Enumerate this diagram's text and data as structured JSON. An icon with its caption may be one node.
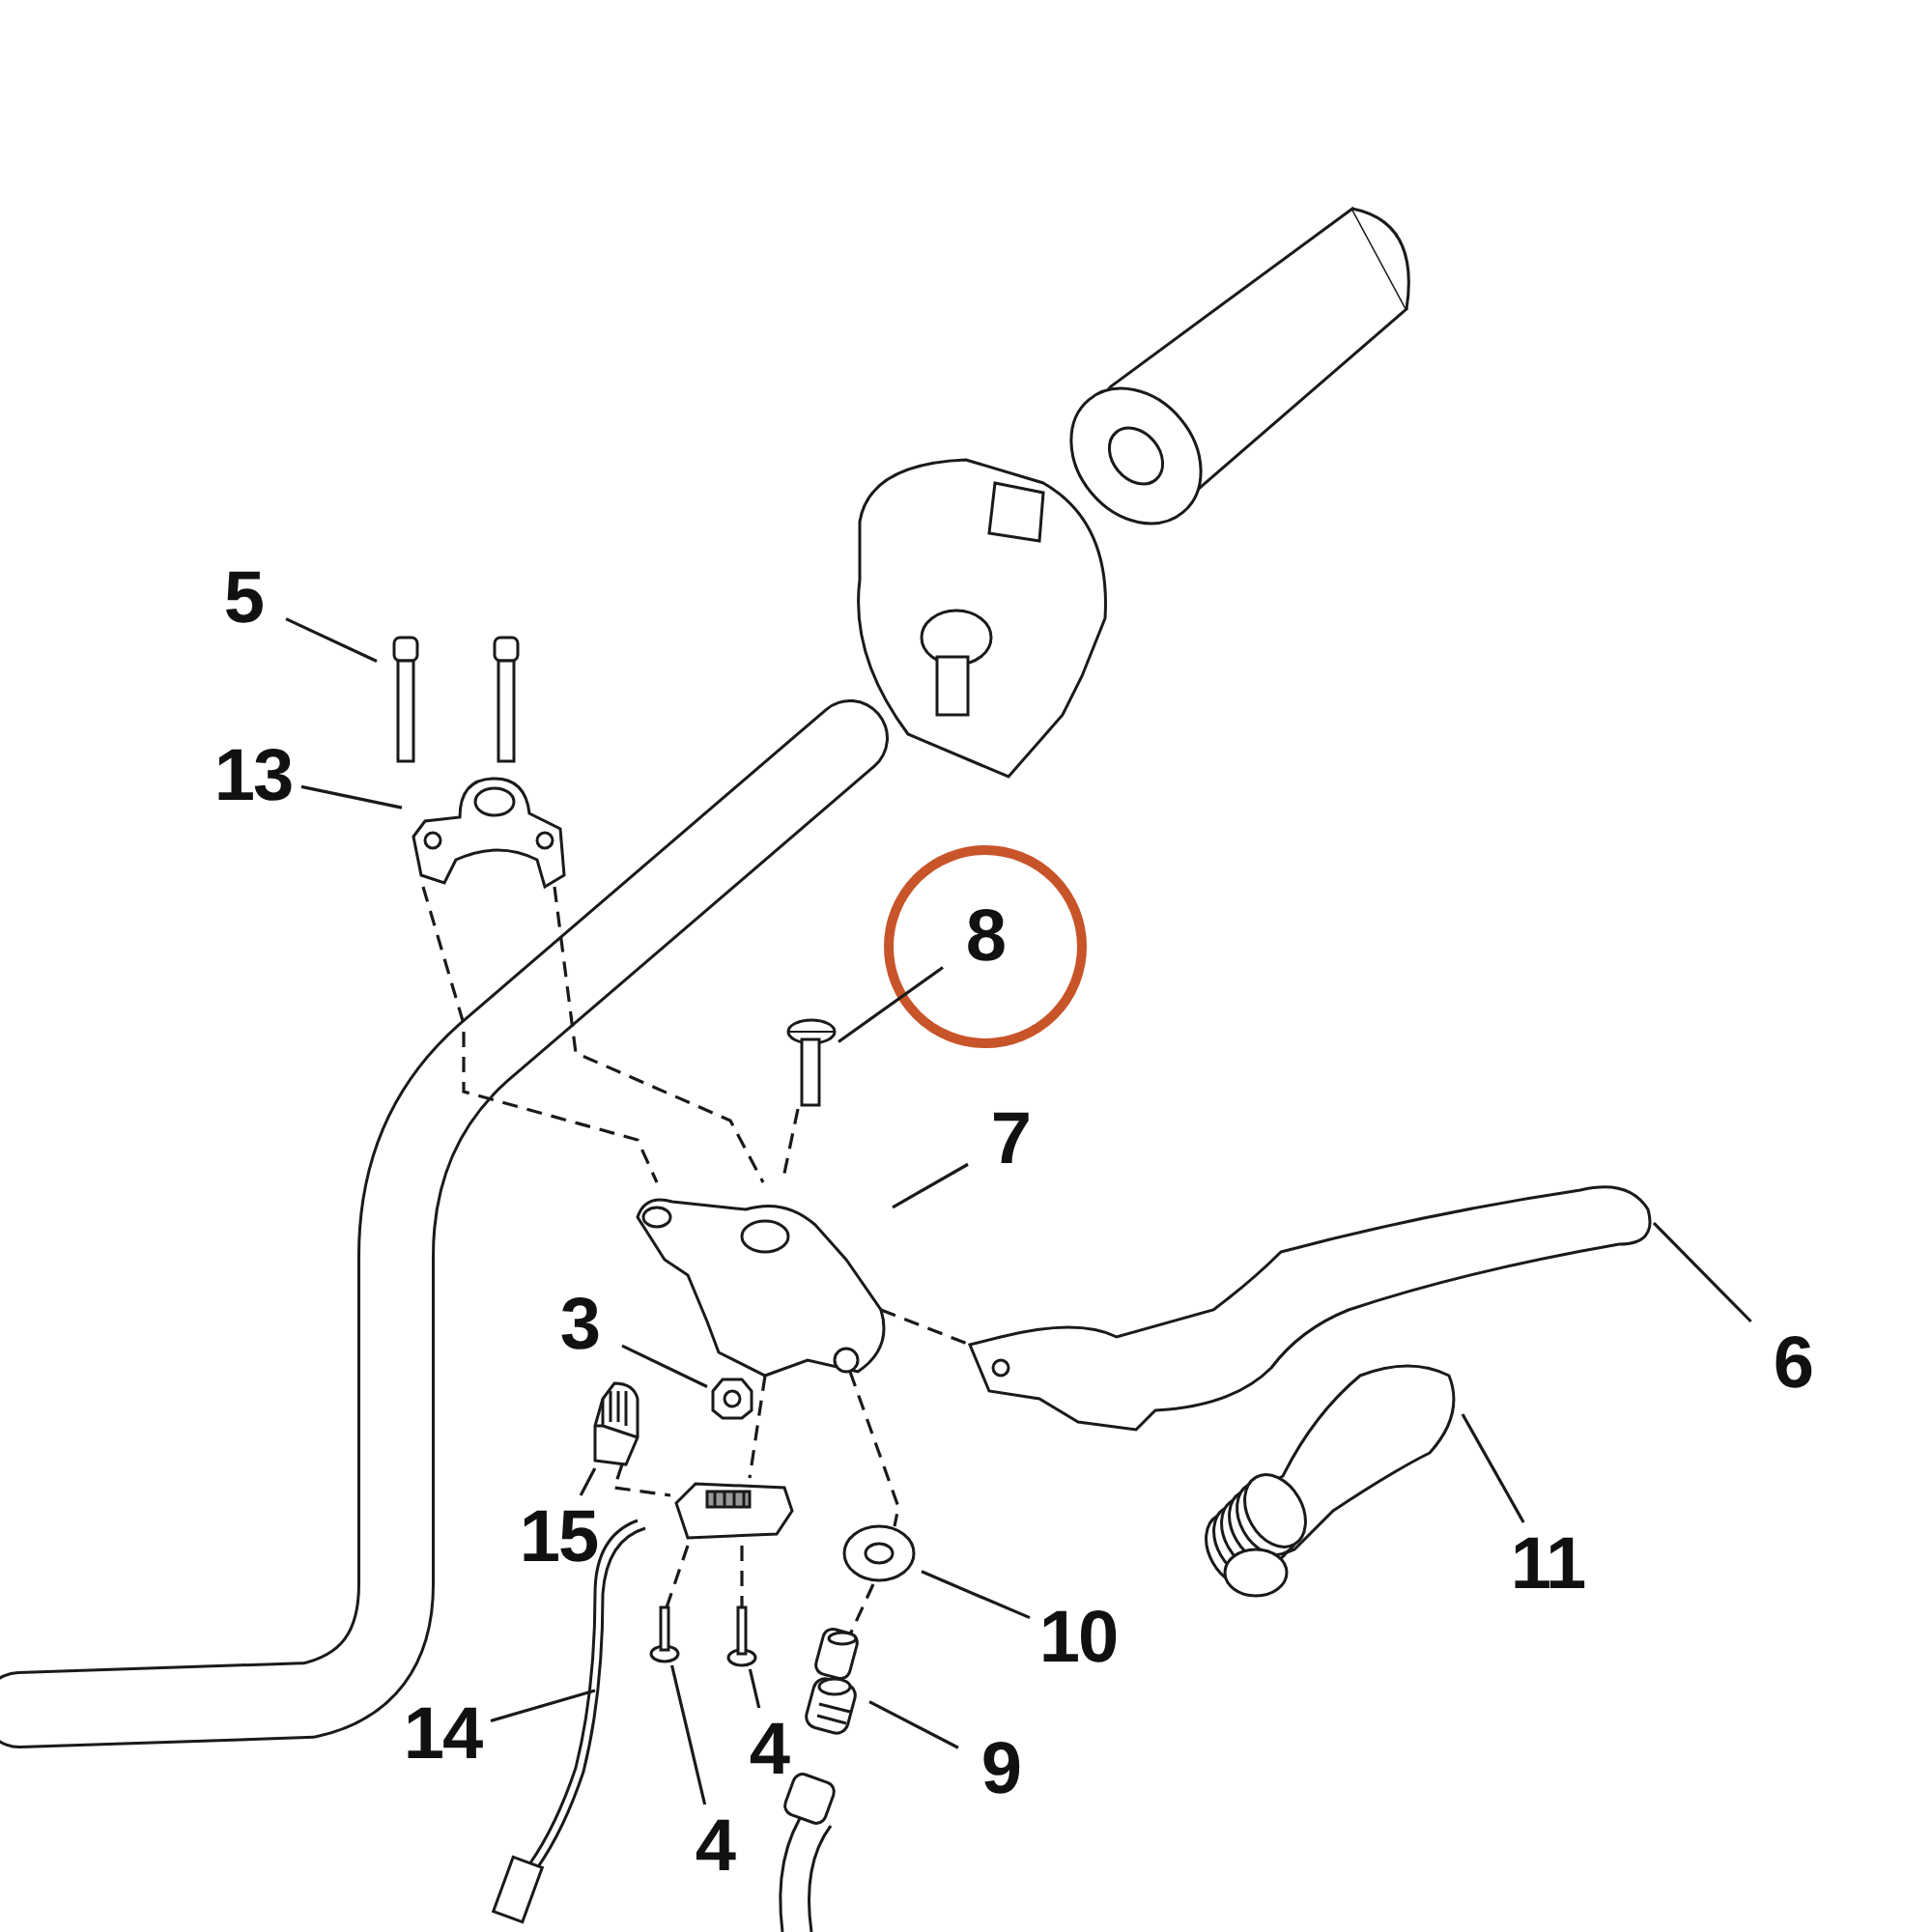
{
  "diagram": {
    "nodes": [
      {
        "text": [
          "5"
        ]
      },
      {
        "text": [],
        "shape": "picture"
      },
      {
        "text": [
          "13"
        ]
      },
      {
        "text": [],
        "shape": "picture"
      },
      {
        "text": [
          "8"
        ]
      },
      {
        "text": [],
        "shape": "picture"
      },
      {
        "text": [
          "7"
        ]
      },
      {
        "text": [],
        "shape": "picture"
      },
      {
        "text": [
          "6"
        ]
      },
      {
        "text": [],
        "shape": "picture"
      },
      {
        "text": [
          "3"
        ]
      },
      {
        "text": [],
        "shape": "picture"
      },
      {
        "text": [
          "15"
        ]
      },
      {
        "text": [],
        "shape": "picture"
      },
      {
        "text": [
          "11"
        ]
      },
      {
        "text": [],
        "shape": "picture"
      },
      {
        "text": [
          "10"
        ]
      },
      {
        "text": [],
        "shape": "picture"
      },
      {
        "text": [
          "14"
        ]
      },
      {
        "text": [],
        "shape": "picture"
      },
      {
        "text": [
          "4"
        ]
      },
      {
        "text": [],
        "shape": "picture"
      },
      {
        "text": [
          "9"
        ]
      },
      {
        "text": [],
        "shape": "picture"
      },
      {
        "text": [
          "4"
        ]
      },
      {
        "text": [],
        "shape": "picture"
      },
      {
        "text": [],
        "shape": "picture"
      }
    ],
    "edges": [
      {
        "from": 0,
        "to": 1,
        "arrow": "none"
      },
      {
        "from": 2,
        "to": 3,
        "arrow": "none"
      },
      {
        "from": 4,
        "to": 5,
        "arrow": "none"
      },
      {
        "from": 6,
        "to": 7,
        "arrow": "none"
      },
      {
        "from": 8,
        "to": 9,
        "arrow": "none"
      },
      {
        "from": 10,
        "to": 11,
        "arrow": "none"
      },
      {
        "from": 12,
        "to": 13,
        "arrow": "none"
      },
      {
        "from": 14,
        "to": 15,
        "arrow": "none"
      },
      {
        "from": 16,
        "to": 17,
        "arrow": "none"
      },
      {
        "from": 18,
        "to": 19,
        "arrow": "none"
      },
      {
        "from": 20,
        "to": 21,
        "arrow": "none"
      },
      {
        "from": 22,
        "to": 23,
        "arrow": "none"
      },
      {
        "from": 24,
        "to": 25,
        "arrow": "none"
      },
      {
        "from": 3,
        "to": 7,
        "arrow": "none",
        "style": "dashed"
      },
      {
        "from": 3,
        "to": 7,
        "arrow": "none",
        "style": "dashed"
      },
      {
        "from": 5,
        "to": 7,
        "arrow": "none",
        "style": "dashed"
      },
      {
        "from": 7,
        "to": 9,
        "arrow": "none",
        "style": "dashed"
      },
      {
        "from": 7,
        "to": 26,
        "arrow": "none",
        "style": "dashed"
      },
      {
        "from": 13,
        "to": 26,
        "arrow": "none",
        "style": "dashed"
      },
      {
        "from": 26,
        "to": 21,
        "arrow": "none",
        "style": "dashed"
      },
      {
        "from": 26,
        "to": 25,
        "arrow": "none",
        "style": "dashed"
      },
      {
        "from": 7,
        "to": 17,
        "arrow": "none",
        "style": "dashed"
      },
      {
        "from": 17,
        "to": 23,
        "arrow": "none",
        "style": "dashed"
      }
    ]
  }
}
